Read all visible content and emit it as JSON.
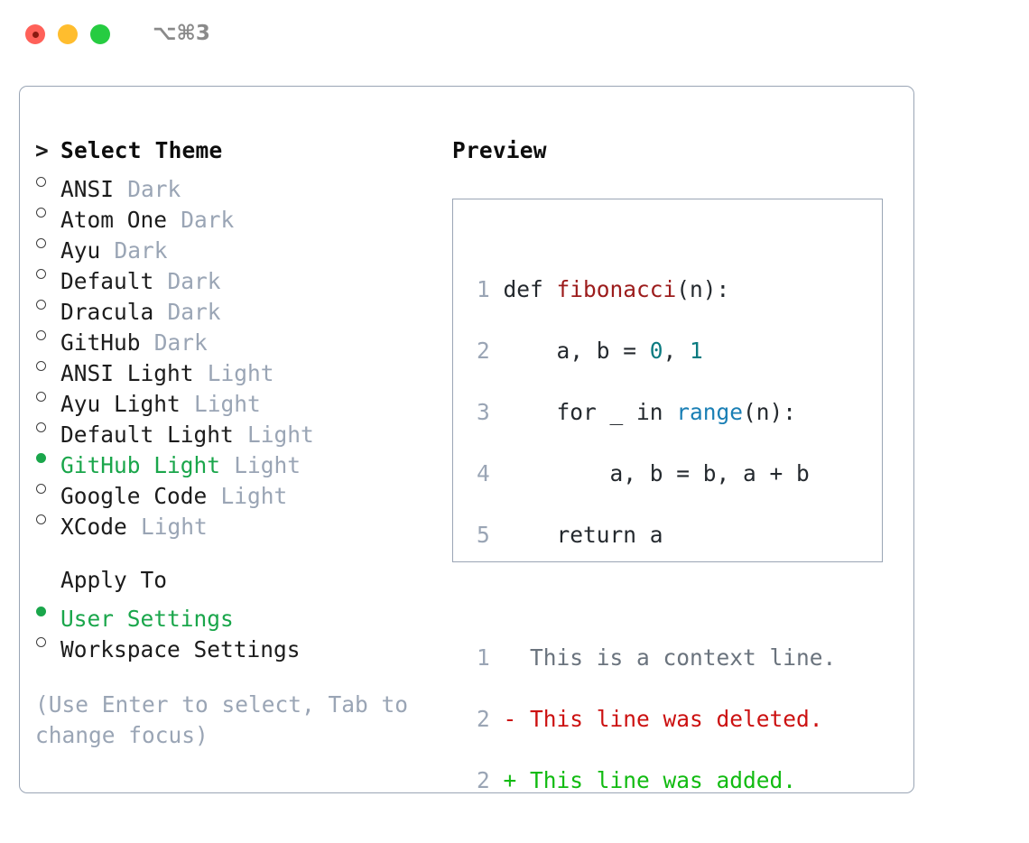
{
  "window": {
    "shortcut": "⌥⌘3",
    "traffic_lights": [
      "close-red",
      "minimize-yellow",
      "maximize-green"
    ]
  },
  "colors": {
    "selected_green": "#1aa64b",
    "muted_gray": "#9aa5b5",
    "border": "#9aa5b5",
    "text": "#1c1c1c",
    "diff_add": "#11bb11",
    "diff_del": "#cc1111",
    "syntax_function": "#9c1c1c",
    "syntax_number": "#0b7b80",
    "syntax_call": "#1a7fb5"
  },
  "theme_picker": {
    "heading_marker": ">",
    "heading": "Select Theme",
    "items": [
      {
        "marker": "○",
        "name": "ANSI",
        "variant": "Dark",
        "selected": false
      },
      {
        "marker": "○",
        "name": "Atom One",
        "variant": "Dark",
        "selected": false
      },
      {
        "marker": "○",
        "name": "Ayu",
        "variant": "Dark",
        "selected": false
      },
      {
        "marker": "○",
        "name": "Default",
        "variant": "Dark",
        "selected": false
      },
      {
        "marker": "○",
        "name": "Dracula",
        "variant": "Dark",
        "selected": false
      },
      {
        "marker": "○",
        "name": "GitHub",
        "variant": "Dark",
        "selected": false
      },
      {
        "marker": "○",
        "name": "ANSI Light",
        "variant": "Light",
        "selected": false
      },
      {
        "marker": "○",
        "name": "Ayu Light",
        "variant": "Light",
        "selected": false
      },
      {
        "marker": "○",
        "name": "Default Light",
        "variant": "Light",
        "selected": false
      },
      {
        "marker": "●",
        "name": "GitHub Light",
        "variant": "Light",
        "selected": true
      },
      {
        "marker": "○",
        "name": "Google Code",
        "variant": "Light",
        "selected": false
      },
      {
        "marker": "○",
        "name": "XCode",
        "variant": "Light",
        "selected": false
      }
    ]
  },
  "apply_to": {
    "heading": "Apply To",
    "items": [
      {
        "marker": "●",
        "name": "User Settings",
        "selected": true
      },
      {
        "marker": "○",
        "name": "Workspace Settings",
        "selected": false
      }
    ]
  },
  "hint": "(Use Enter to select, Tab to change focus)",
  "preview": {
    "title": "Preview",
    "code_lines": [
      {
        "num": "1",
        "text": "def fibonacci(n):"
      },
      {
        "num": "2",
        "text": "    a, b = 0, 1"
      },
      {
        "num": "3",
        "text": "    for _ in range(n):"
      },
      {
        "num": "4",
        "text": "        a, b = b, a + b"
      },
      {
        "num": "5",
        "text": "    return a"
      }
    ],
    "diff_lines": [
      {
        "num": "1",
        "sign": " ",
        "text": "This is a context line.",
        "kind": "context"
      },
      {
        "num": "2",
        "sign": "-",
        "text": "This line was deleted.",
        "kind": "deleted"
      },
      {
        "num": "2",
        "sign": "+",
        "text": "This line was added.",
        "kind": "added"
      }
    ]
  }
}
